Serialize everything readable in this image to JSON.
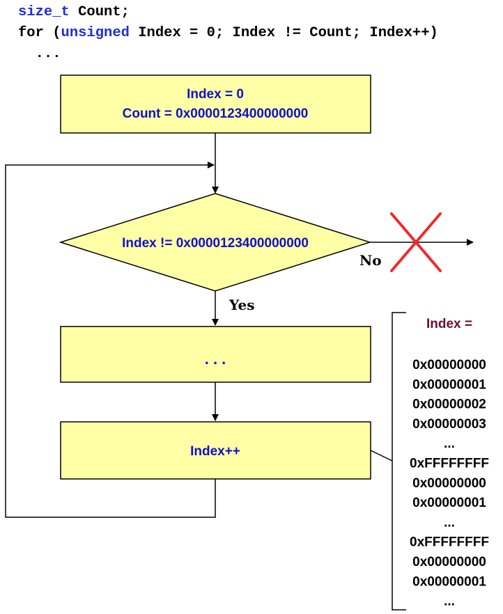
{
  "code": {
    "line1": {
      "type": "size_t",
      "rest": " Count;"
    },
    "line2": {
      "pre": "for (",
      "type": "unsigned",
      "rest": " Index = 0; Index != Count; Index++)"
    },
    "line3": "  ..."
  },
  "flowchart": {
    "init_line1": "Index = 0",
    "init_line2": "Count = 0x0000123400000000",
    "condition": "Index != 0x0000123400000000",
    "no_label": "No",
    "yes_label": "Yes",
    "body": ". . .",
    "increment": "Index++"
  },
  "index_values": {
    "title": "Index =",
    "items": [
      "0x00000000",
      "0x00000001",
      "0x00000002",
      "0x00000003",
      "...",
      "0xFFFFFFFF",
      "0x00000000",
      "0x00000001",
      "...",
      "0xFFFFFFFF",
      "0x00000000",
      "0x00000001",
      "..."
    ]
  },
  "colors": {
    "box_fill": "#ffffa6",
    "text_blue": "#1010cc",
    "keyword_blue": "#1f2fd6",
    "cross_red": "#ef2b2b",
    "title_maroon": "#6b1130"
  }
}
